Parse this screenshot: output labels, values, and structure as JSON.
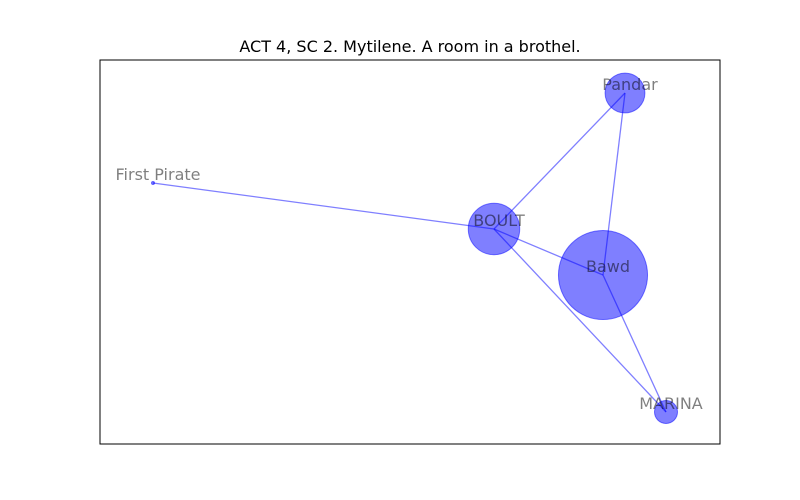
{
  "title": "ACT 4, SC 2. Mytilene. A room in a brothel.",
  "colors": {
    "node": "#0000ff",
    "edge": "#0000ff",
    "frame": "#000000",
    "label": "#000000"
  },
  "nodes": [
    {
      "id": "pandar",
      "label": "Pandar",
      "weight": 3
    },
    {
      "id": "first-pirate",
      "label": "First Pirate",
      "weight": 0
    },
    {
      "id": "boult",
      "label": "BOULT",
      "weight": 5
    },
    {
      "id": "bawd",
      "label": "Bawd",
      "weight": 15
    },
    {
      "id": "marina",
      "label": "MARINA",
      "weight": 1
    }
  ],
  "edges": [
    {
      "source": "first-pirate",
      "target": "boult"
    },
    {
      "source": "boult",
      "target": "pandar"
    },
    {
      "source": "boult",
      "target": "bawd"
    },
    {
      "source": "boult",
      "target": "marina"
    },
    {
      "source": "pandar",
      "target": "bawd"
    },
    {
      "source": "bawd",
      "target": "marina"
    }
  ]
}
